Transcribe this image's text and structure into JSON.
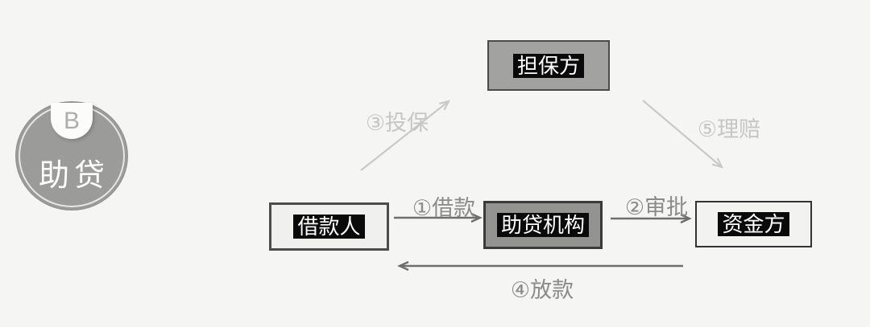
{
  "logo": {
    "badge_label": "B",
    "circle_label": "助贷"
  },
  "nodes": {
    "guarantor": {
      "label": "担保方"
    },
    "borrower": {
      "label": "借款人"
    },
    "facilitator": {
      "label": "助贷机构"
    },
    "funder": {
      "label": "资金方"
    }
  },
  "edges": {
    "e1": {
      "label": "①借款",
      "from": "borrower",
      "to": "facilitator",
      "style": "dark"
    },
    "e2": {
      "label": "②审批",
      "from": "facilitator",
      "to": "funder",
      "style": "dark"
    },
    "e3": {
      "label": "③投保",
      "from": "borrower",
      "to": "guarantor",
      "style": "light"
    },
    "e4": {
      "label": "④放款",
      "from": "funder",
      "to": "borrower",
      "style": "dark"
    },
    "e5": {
      "label": "⑤理赔",
      "from": "guarantor",
      "to": "funder",
      "style": "light"
    }
  },
  "colors": {
    "background": "#f5f5f3",
    "circle_fill": "#9b9b99",
    "node_gray_fill": "#a2a2a0",
    "node_light_fill": "#f0f0ee",
    "label_block_bg": "#0a0a0a",
    "label_block_text": "#ffffff",
    "arrow_dark": "#6f6f6d",
    "arrow_light": "#c9c9c6"
  }
}
